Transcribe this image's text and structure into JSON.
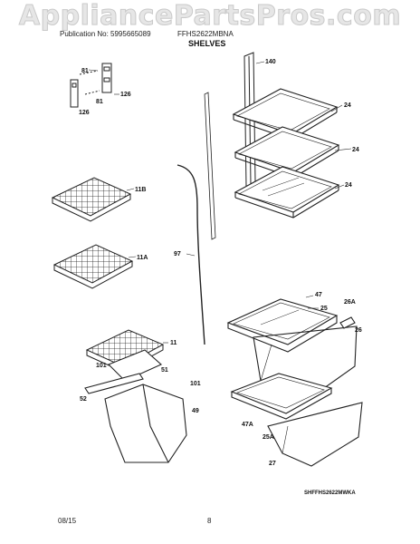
{
  "watermark": "AppliancePartsPros.com",
  "header": {
    "publication": "Publication No: 5995665089",
    "model": "FFHS2622MBNA"
  },
  "title": "SHELVES",
  "callouts": {
    "c140": "140",
    "c81a": "81",
    "c126a": "126",
    "c81b": "81",
    "c126b": "126",
    "c24a": "24",
    "c24b": "24",
    "c24c": "24",
    "c11B": "11B",
    "c11A": "11A",
    "c97": "97",
    "c47": "47",
    "c25": "25",
    "c26A": "26A",
    "c26": "26",
    "c11": "11",
    "c101a": "101",
    "c51": "51",
    "c101b": "101",
    "c52": "52",
    "c49": "49",
    "c47A": "47A",
    "c25A": "25A",
    "c27": "27"
  },
  "drawing_code": "SHFFHS2622MWKA",
  "footer": {
    "date": "08/15",
    "page": "8"
  }
}
